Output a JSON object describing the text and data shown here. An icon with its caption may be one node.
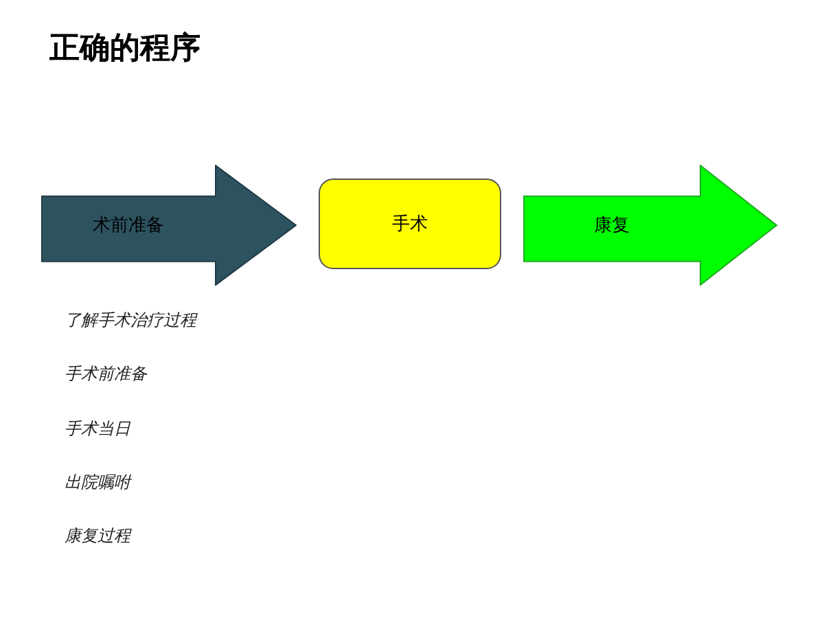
{
  "diagram": {
    "title": "正确的程序",
    "nodes": [
      {
        "text": [
          "术前准备"
        ]
      },
      {
        "text": [
          "手术"
        ]
      },
      {
        "text": [
          "康复"
        ]
      }
    ],
    "labels": [
      "了解手术治疗过程",
      "手术前准备",
      "手术当日",
      "出院嘱咐",
      "康复过程"
    ]
  }
}
